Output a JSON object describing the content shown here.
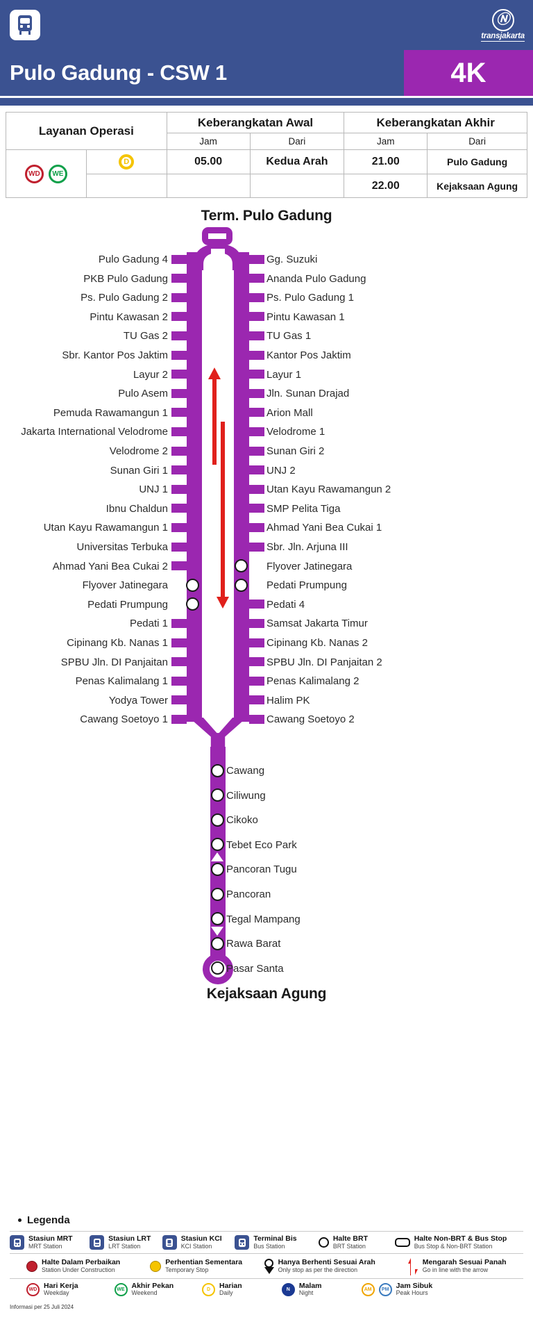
{
  "header": {
    "bus_icon": "bus-icon",
    "brand_name": "transjakarta",
    "brand_mark": "transjakarta-logo"
  },
  "title": {
    "route_name": "Pulo Gadung - CSW 1",
    "route_code": "4K"
  },
  "schedule": {
    "col_service": "Layanan Operasi",
    "col_first": "Keberangkatan Awal",
    "col_last": "Keberangkatan Akhir",
    "sub_jam": "Jam",
    "sub_dari": "Dari",
    "badges": [
      "WD",
      "WE"
    ],
    "frequency_badge": "D",
    "rows": [
      {
        "first_time": "05.00",
        "first_from": "Kedua Arah",
        "last_time": "21.00",
        "last_from": "Pulo Gadung"
      },
      {
        "first_time": "",
        "first_from": "",
        "last_time": "22.00",
        "last_from": "Kejaksaan Agung"
      }
    ]
  },
  "route": {
    "terminus_top": "Term. Pulo Gadung",
    "terminus_bottom": "Kejaksaan Agung",
    "line_color": "#9b27b0",
    "arrow_color": "#e0201b",
    "left_stops": [
      "Pulo Gadung 4",
      "PKB Pulo Gadung",
      "Ps. Pulo Gadung 2",
      "Pintu Kawasan 2",
      "TU Gas 2",
      "Sbr. Kantor Pos Jaktim",
      "Layur 2",
      "Pulo Asem",
      "Pemuda Rawamangun 1",
      "Jakarta International Velodrome",
      "Velodrome 2",
      "Sunan Giri 1",
      "UNJ 1",
      "Ibnu Chaldun",
      "Utan Kayu Rawamangun 1",
      "Universitas Terbuka",
      "Ahmad Yani Bea Cukai 2",
      "Flyover Jatinegara",
      "Pedati Prumpung",
      "Pedati 1",
      "Cipinang Kb. Nanas 1",
      "SPBU Jln. DI Panjaitan",
      "Penas Kalimalang 1",
      "Yodya Tower",
      "Cawang Soetoyo 1"
    ],
    "right_stops": [
      "Gg. Suzuki",
      "Ananda Pulo Gadung",
      "Ps. Pulo Gadung 1",
      "Pintu Kawasan 1",
      "TU Gas 1",
      "Kantor Pos Jaktim",
      "Layur 1",
      "Jln. Sunan Drajad",
      "Arion Mall",
      "Velodrome 1",
      "Sunan Giri 2",
      "UNJ 2",
      "Utan Kayu Rawamangun 2",
      "SMP Pelita Tiga",
      "Ahmad Yani Bea Cukai 1",
      "Sbr. Jln. Arjuna III",
      "Flyover Jatinegara",
      "Pedati Prumpung",
      "Pedati 4",
      "Samsat Jakarta Timur",
      "Cipinang Kb. Nanas 2",
      "SPBU Jln. DI Panjaitan 2",
      "Penas Kalimalang 2",
      "Halim PK",
      "Cawang Soetoyo 2"
    ],
    "left_circle_indices": [
      17,
      18
    ],
    "right_circle_indices": [
      16,
      17
    ],
    "trunk_stops": [
      {
        "name": "Cawang",
        "marker": "circle"
      },
      {
        "name": "Ciliwung",
        "marker": "circle"
      },
      {
        "name": "Cikoko",
        "marker": "circle"
      },
      {
        "name": "Tebet Eco Park",
        "marker": "circle"
      },
      {
        "name": "Pancoran Tugu",
        "marker": "circle-arrow-up"
      },
      {
        "name": "Pancoran",
        "marker": "circle"
      },
      {
        "name": "Tegal Mampang",
        "marker": "circle-arrow-down"
      },
      {
        "name": "Rawa Barat",
        "marker": "circle"
      },
      {
        "name": "Pasar Santa",
        "marker": "circle"
      }
    ]
  },
  "legend": {
    "title": "Legenda",
    "row1": [
      {
        "icon": "mrt-station-icon",
        "id": "Stasiun MRT",
        "en": "MRT Station"
      },
      {
        "icon": "lrt-station-icon",
        "id": "Stasiun LRT",
        "en": "LRT Station"
      },
      {
        "icon": "kci-station-icon",
        "id": "Stasiun KCI",
        "en": "KCI Station"
      },
      {
        "icon": "bus-terminal-icon",
        "id": "Terminal Bis",
        "en": "Bus Station"
      },
      {
        "icon": "brt-halte-icon",
        "id": "Halte BRT",
        "en": "BRT Station"
      },
      {
        "icon": "non-brt-stop-icon",
        "id": "Halte Non-BRT & Bus Stop",
        "en": "Bus Stop & Non-BRT Station"
      }
    ],
    "row2": [
      {
        "icon": "under-construction-icon",
        "id": "Halte Dalam Perbaikan",
        "en": "Station Under Construction"
      },
      {
        "icon": "temporary-stop-icon",
        "id": "Perhentian Sementara",
        "en": "Temporary Stop"
      },
      {
        "icon": "directional-stop-icon",
        "id": "Hanya Berhenti Sesuai Arah",
        "en": "Only stop as per the direction"
      },
      {
        "icon": "direction-arrow-icon",
        "id": "Mengarah Sesuai Panah",
        "en": "Go in line with the arrow"
      }
    ],
    "row3": [
      {
        "badges": [
          "WD"
        ],
        "id": "Hari Kerja",
        "en": "Weekday"
      },
      {
        "badges": [
          "WE"
        ],
        "id": "Akhir Pekan",
        "en": "Weekend"
      },
      {
        "badges": [
          "D"
        ],
        "id": "Harian",
        "en": "Daily"
      },
      {
        "badges": [
          "N"
        ],
        "id": "Malam",
        "en": "Night"
      },
      {
        "badges": [
          "AM",
          "PM"
        ],
        "id": "Jam Sibuk",
        "en": "Peak Hours"
      }
    ],
    "footnote": "Informasi per 25 Juli 2024"
  }
}
